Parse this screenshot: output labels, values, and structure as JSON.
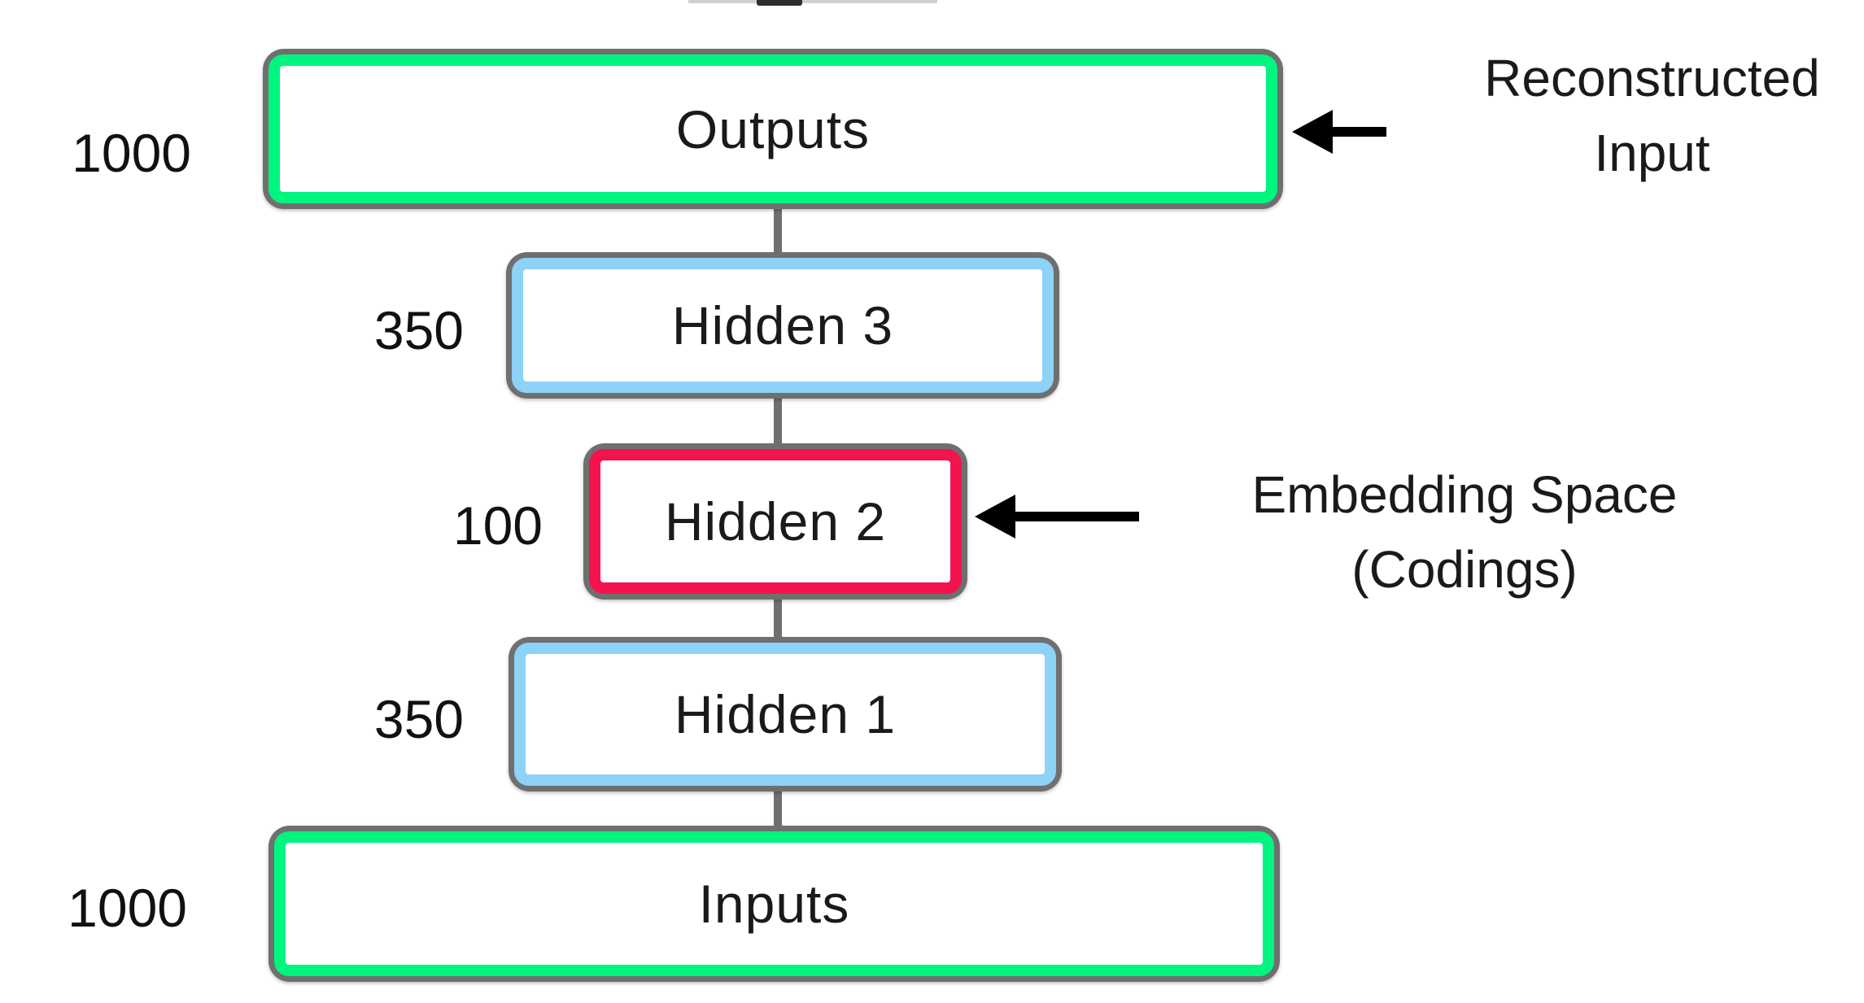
{
  "diagram": {
    "type": "autoencoder-architecture",
    "layers": [
      {
        "id": "outputs",
        "label": "Outputs",
        "size": "1000",
        "border_color": "#00f57f"
      },
      {
        "id": "hidden3",
        "label": "Hidden 3",
        "size": "350",
        "border_color": "#8dd2f7"
      },
      {
        "id": "hidden2",
        "label": "Hidden 2",
        "size": "100",
        "border_color": "#f3134d"
      },
      {
        "id": "hidden1",
        "label": "Hidden 1",
        "size": "350",
        "border_color": "#8dd2f7"
      },
      {
        "id": "inputs",
        "label": "Inputs",
        "size": "1000",
        "border_color": "#00f57f"
      }
    ],
    "annotations": [
      {
        "id": "reconstructed-input",
        "line1": "Reconstructed",
        "line2": "Input",
        "points_to": "outputs"
      },
      {
        "id": "embedding-space",
        "line1": "Embedding Space",
        "line2": "(Codings)",
        "points_to": "hidden2"
      }
    ],
    "colors": {
      "green": "#00f57f",
      "blue": "#8dd2f7",
      "red": "#f3134d",
      "outline_gray": "#6f6f6f",
      "arrow_black": "#000000",
      "text": "#1a1a1a"
    }
  }
}
